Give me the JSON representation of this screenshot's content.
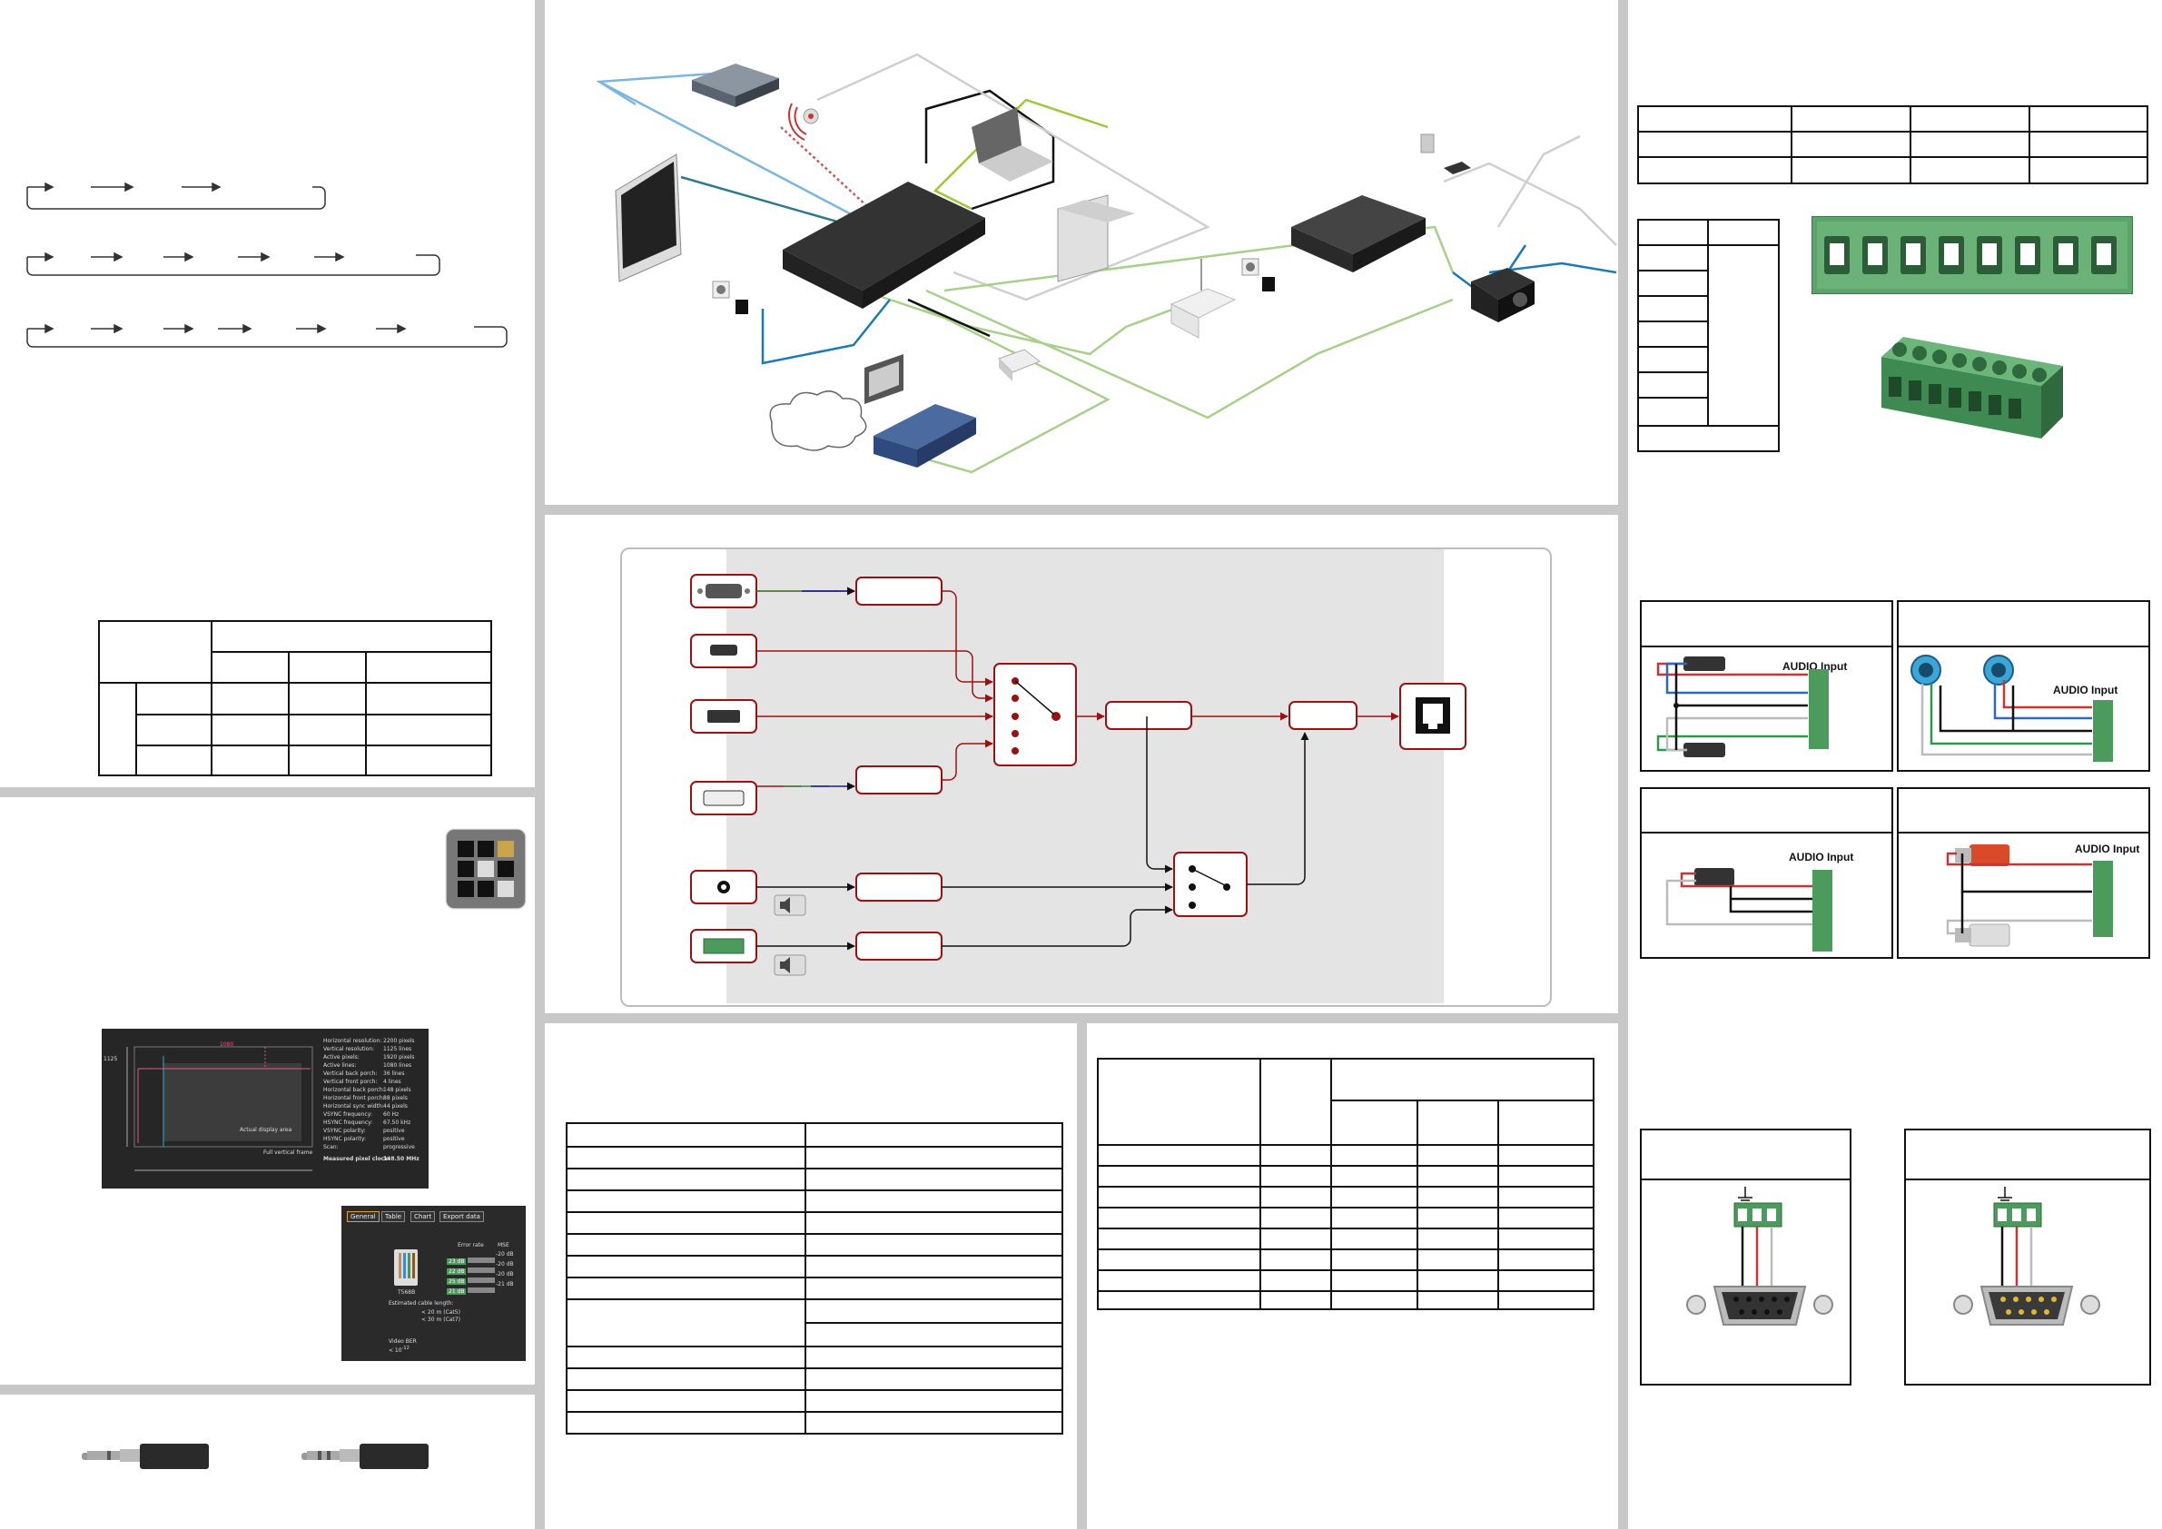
{
  "screenshot_panel": {
    "labels": [
      "Horizontal resolution:",
      "Vertical resolution:",
      "Active pixels:",
      "Active lines:",
      "Vertical back porch:",
      "Vertical front porch:",
      "Horizontal back porch:",
      "Horizontal front porch:",
      "Horizontal sync width:",
      "VSYNC frequency:",
      "HSYNC frequency:",
      "VSYNC polarity:",
      "HSYNC polarity:",
      "Scan:"
    ],
    "values": [
      "2200 pixels",
      "1125 lines",
      "1920 pixels",
      "1080 lines",
      "36 lines",
      "4 lines",
      "148 pixels",
      "88 pixels",
      "44 pixels",
      "60 Hz",
      "67.50 kHz",
      "positive",
      "positive",
      "progressive"
    ],
    "pixel_clock_label": "Measured pixel clock:",
    "pixel_clock_value": "148.50 MHz",
    "actual_display_area": "Actual display area",
    "full_vertical": "Full vertical frame",
    "dim_top": "1080",
    "dim_left": "1125"
  },
  "cable_test": {
    "tabs": [
      "General",
      "Table",
      "Chart",
      "Export data"
    ],
    "col_error": "Error rate",
    "col_mse": "MSE",
    "rows": [
      {
        "label": "23 dB",
        "value": "-20 dB"
      },
      {
        "label": "22 dB",
        "value": "-20 dB"
      },
      {
        "label": "25 dB",
        "value": "-20 dB"
      },
      {
        "label": "21 dB",
        "value": "-21 dB"
      }
    ],
    "tx_label": "T568B",
    "est_length": "Estimated cable length:",
    "len1": "< 20 m (Cat5)",
    "len2": "< 30 m (Cat7)",
    "video_ber": "Video BER",
    "ber_value": "< 10",
    "ber_exp": "-12"
  },
  "audio_label": "AUDIO Input",
  "colors": {
    "bar": "#c8c8c8",
    "accent": "#9b1111",
    "green": "#4c9a5c"
  }
}
